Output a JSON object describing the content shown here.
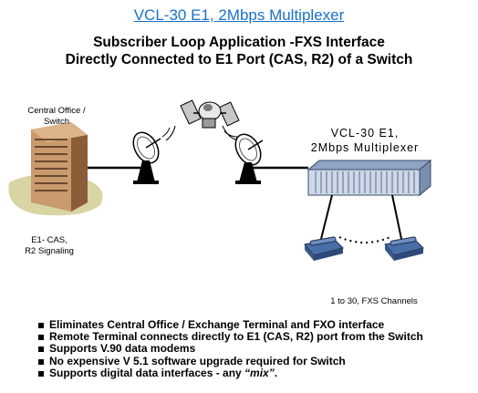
{
  "header": {
    "title": "VCL-30  E1, 2Mbps Multiplexer",
    "subtitle_line1": "Subscriber Loop Application -FXS Interface",
    "subtitle_line2": "Directly Connected to E1 Port (CAS, R2) of a Switch"
  },
  "diagram": {
    "central_office_label_1": "Central Office /",
    "central_office_label_2": "Switch",
    "signaling_label_1": "E1- CAS,",
    "signaling_label_2": "R2 Signaling",
    "mux_label_1": "VCL-30 E1,",
    "mux_label_2": "2Mbps Multiplexer",
    "channels_label": "1 to 30, FXS Channels"
  },
  "features": {
    "bullet_1": "Eliminates Central Office / Exchange Terminal and FXO interface",
    "bullet_2": "Remote Terminal connects directly to E1 (CAS, R2) port from the Switch",
    "bullet_3": "Supports V.90 data modems",
    "bullet_4": "No expensive V 5.1 software upgrade required for Switch",
    "bullet_5_prefix": "Supports digital data interfaces - any ",
    "bullet_5_emphasis": "“mix”",
    "bullet_5_suffix": "."
  },
  "colors": {
    "title": "#1a70c8",
    "building": "#b8865a",
    "building_dark": "#8a5c38",
    "ground": "#d8d4a4",
    "mux": "#aebfd6",
    "phone": "#6e8fc2"
  }
}
